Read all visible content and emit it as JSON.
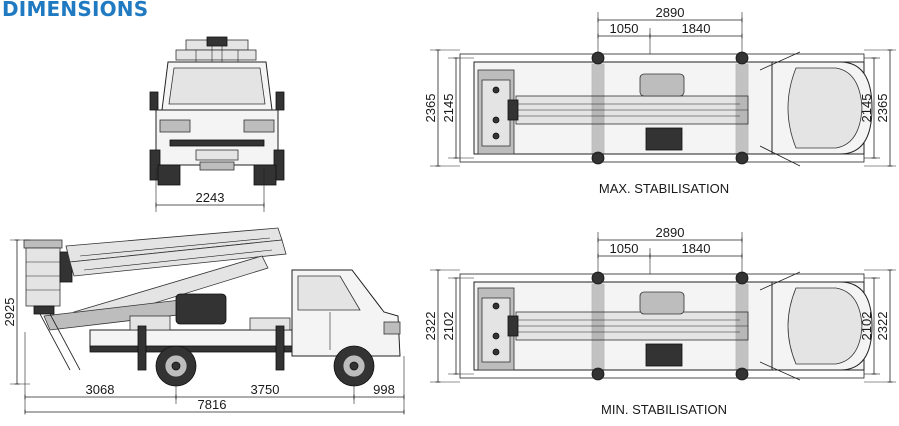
{
  "title": "DIMENSIONS",
  "front_view": {
    "width": "2243"
  },
  "side_view": {
    "height": "2925",
    "overhang_rear": "3068",
    "wheelbase": "3750",
    "overhang_front": "998",
    "total_length": "7816"
  },
  "top_view_max": {
    "caption": "MAX. STABILISATION",
    "span": "2890",
    "span_left": "1050",
    "span_right": "1840",
    "outer_width_left": "2365",
    "inner_width_left": "2145",
    "inner_width_right": "2145",
    "outer_width_right": "2365"
  },
  "top_view_min": {
    "caption": "MIN. STABILISATION",
    "span": "2890",
    "span_left": "1050",
    "span_right": "1840",
    "outer_width_left": "2322",
    "inner_width_left": "2102",
    "inner_width_right": "2102",
    "outer_width_right": "2322"
  },
  "colors": {
    "title": "#1f7ac2",
    "line": "#222222"
  }
}
